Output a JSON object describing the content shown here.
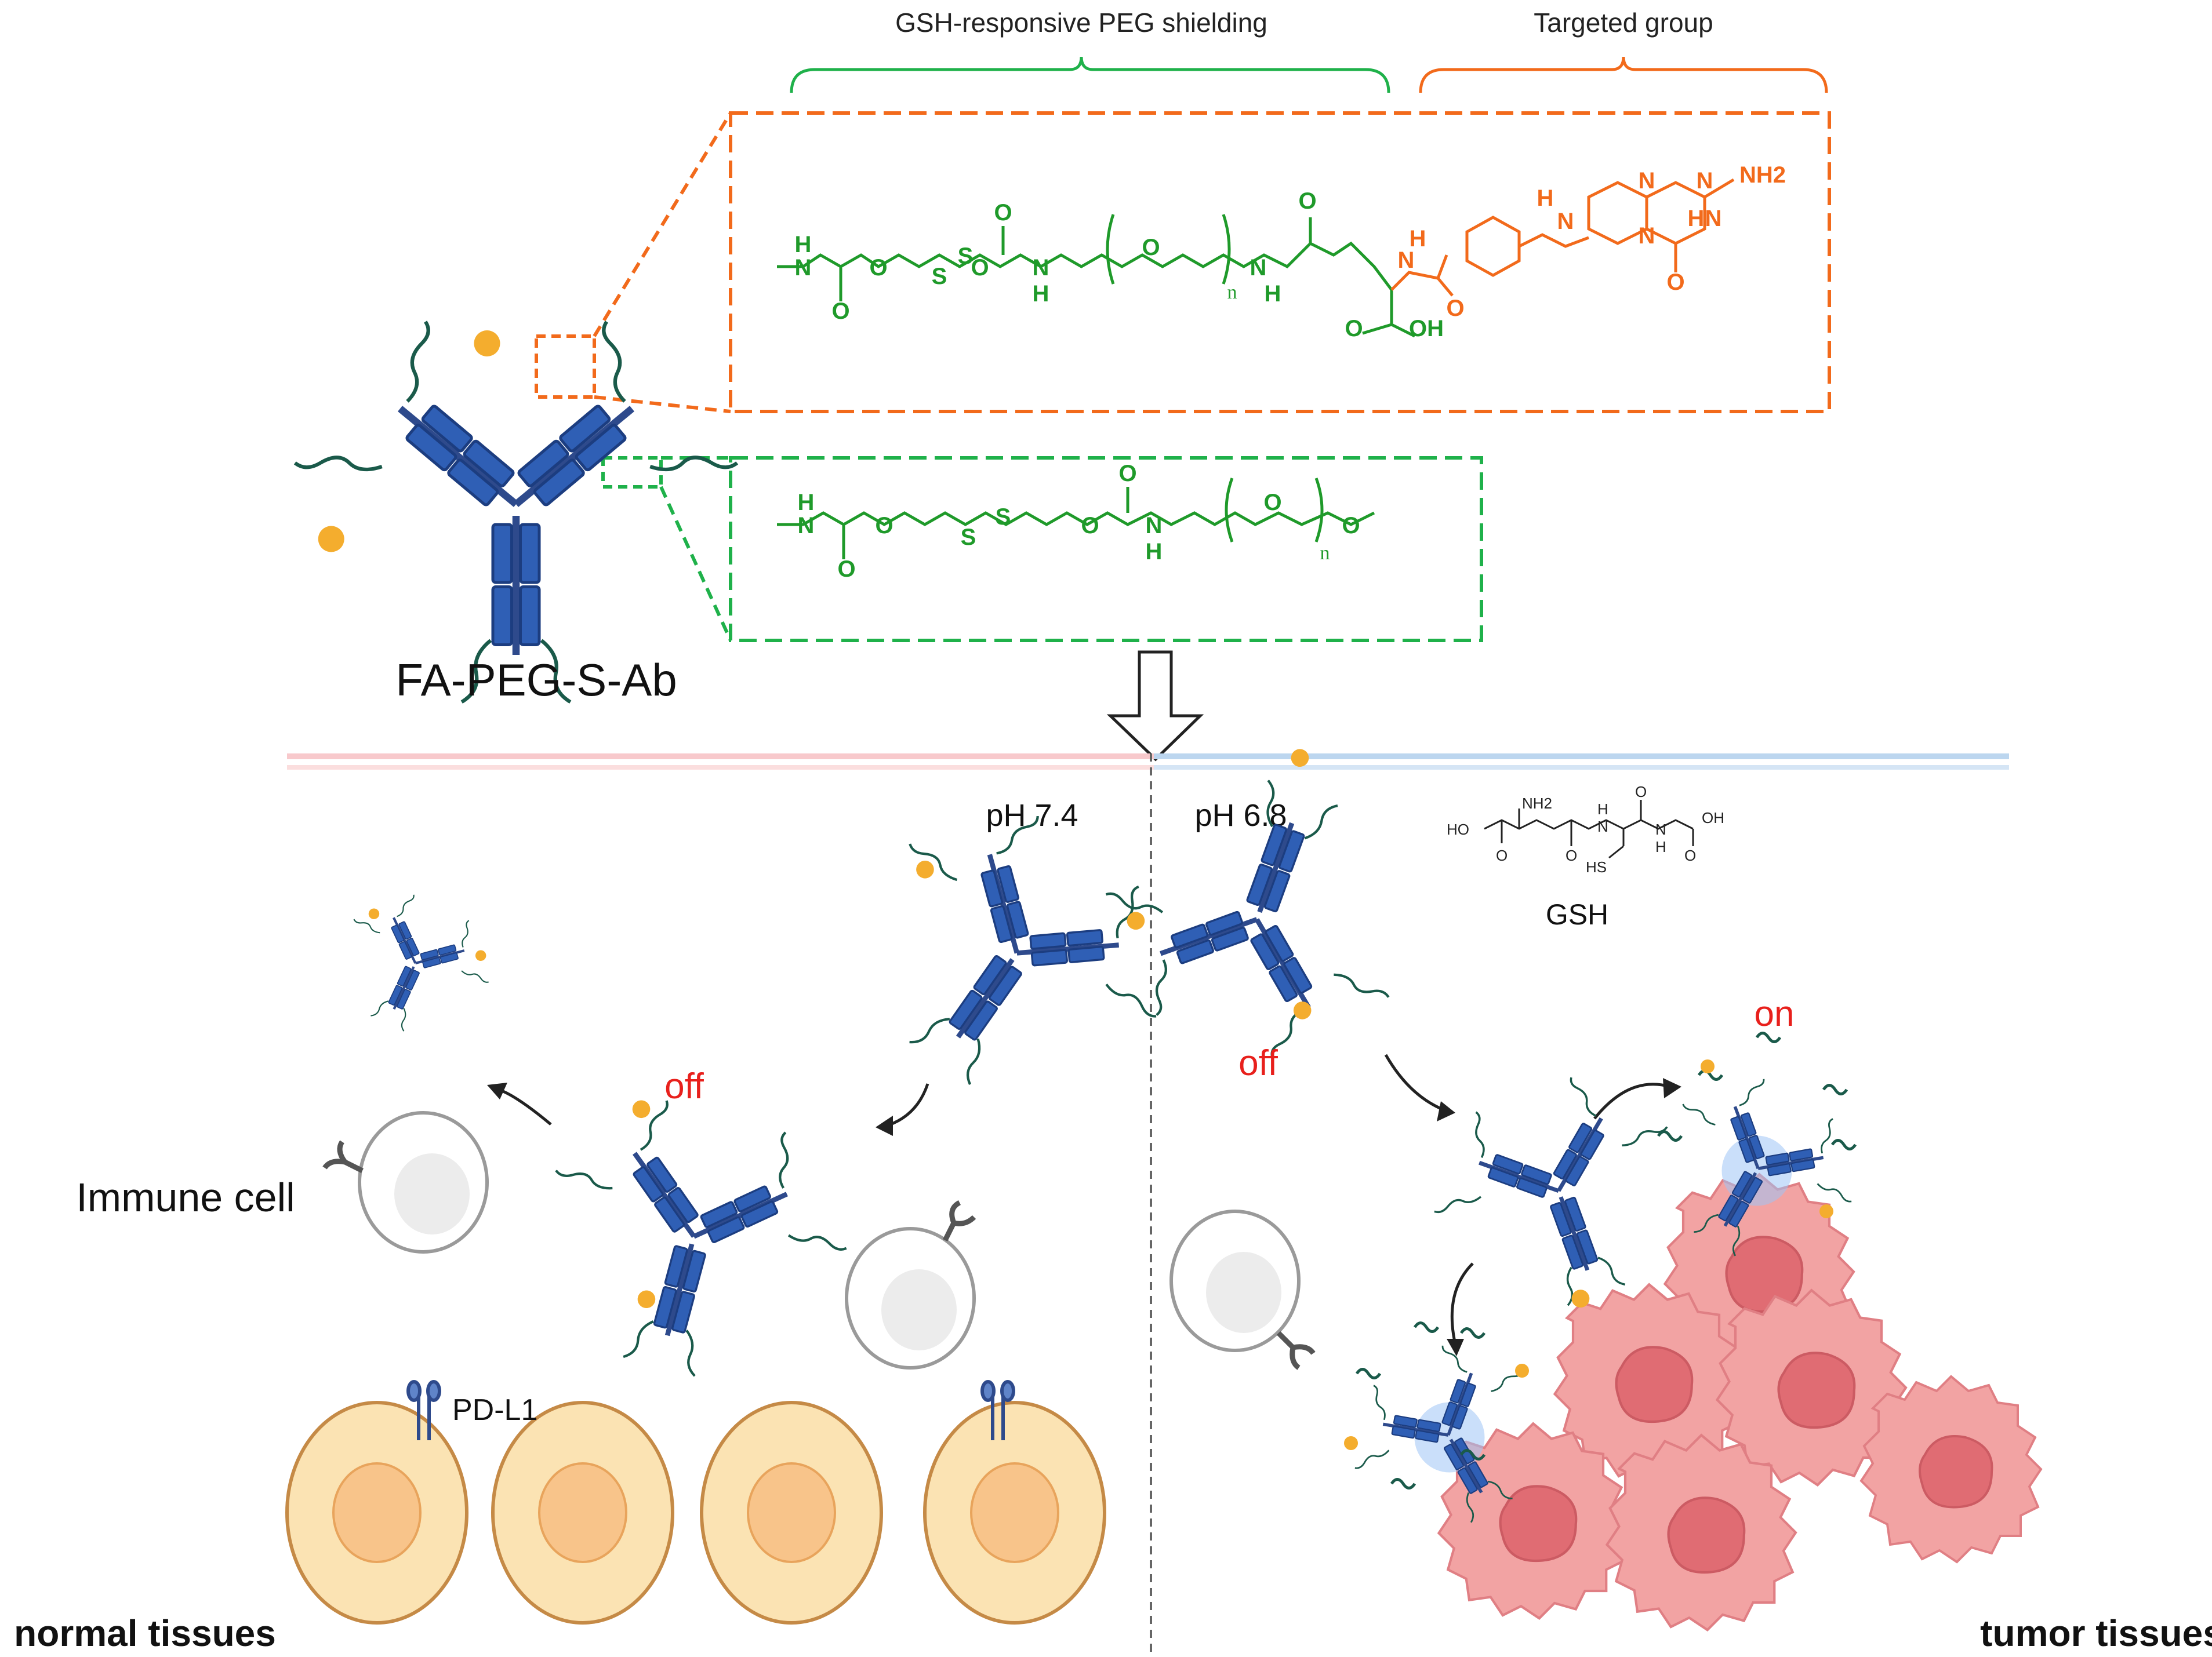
{
  "header": {
    "peg_shielding_label": "GSH-responsive PEG shielding",
    "targeted_group_label": "Targeted group"
  },
  "conjugate": {
    "name": "FA-PEG-S-Ab",
    "folate_peg_atoms": [
      "H",
      "N",
      "O",
      "O",
      "S",
      "S",
      "O",
      "O",
      "N",
      "H",
      "O",
      "O",
      "n",
      "N",
      "H",
      "O",
      "O",
      "OH",
      "H",
      "N",
      "O",
      "H",
      "N",
      "N",
      "N",
      "NH2",
      "N",
      "H",
      "N",
      "O"
    ],
    "mpeg_atoms": [
      "H",
      "N",
      "O",
      "O",
      "S",
      "S",
      "O",
      "O",
      "N",
      "H",
      "O",
      "n",
      "O"
    ]
  },
  "normal_tissue": {
    "ph": "pH 7.4",
    "state": "off",
    "immune_cell_label": "Immune cell",
    "receptor_label": "PD-L1",
    "tissue_label": "normal tissues"
  },
  "tumor_tissue": {
    "ph": "pH 6.8",
    "state_off": "off",
    "state_on": "on",
    "gsh_label": "GSH",
    "gsh_atoms": [
      "NH2",
      "HO",
      "O",
      "H",
      "N",
      "O",
      "O",
      "H",
      "N",
      "OH",
      "O",
      "O",
      "HS"
    ],
    "tissue_label": "tumor tissues"
  },
  "colors": {
    "peg_green": "#1f9a2a",
    "folate_orange": "#f26a1b",
    "antibody_blue": "#2f5fb5",
    "off_red": "#e8201c",
    "tumor_pink": "#f09a9a",
    "normal_cell_fill": "#fbe3b3"
  }
}
